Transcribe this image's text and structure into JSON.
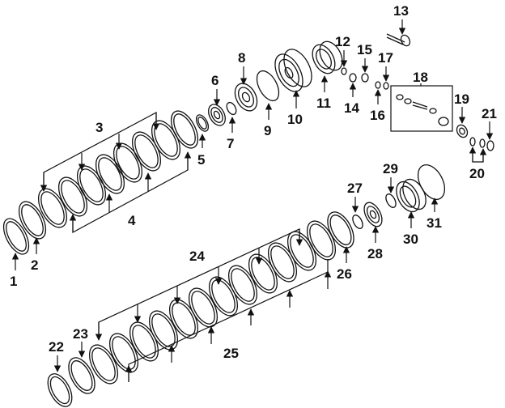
{
  "diagram": {
    "callouts": [
      {
        "id": "c1",
        "text": "1"
      },
      {
        "id": "c2",
        "text": "2"
      },
      {
        "id": "c3",
        "text": "3"
      },
      {
        "id": "c4",
        "text": "4"
      },
      {
        "id": "c5",
        "text": "5"
      },
      {
        "id": "c6",
        "text": "6"
      },
      {
        "id": "c7",
        "text": "7"
      },
      {
        "id": "c8",
        "text": "8"
      },
      {
        "id": "c9",
        "text": "9"
      },
      {
        "id": "c10",
        "text": "10"
      },
      {
        "id": "c11",
        "text": "11"
      },
      {
        "id": "c12",
        "text": "12"
      },
      {
        "id": "c13",
        "text": "13"
      },
      {
        "id": "c14",
        "text": "14"
      },
      {
        "id": "c15",
        "text": "15"
      },
      {
        "id": "c16",
        "text": "16"
      },
      {
        "id": "c17",
        "text": "17"
      },
      {
        "id": "c18",
        "text": "18"
      },
      {
        "id": "c19",
        "text": "19"
      },
      {
        "id": "c20",
        "text": "20"
      },
      {
        "id": "c21",
        "text": "21"
      },
      {
        "id": "c22",
        "text": "22"
      },
      {
        "id": "c23",
        "text": "23"
      },
      {
        "id": "c24",
        "text": "24"
      },
      {
        "id": "c25",
        "text": "25"
      },
      {
        "id": "c26",
        "text": "26"
      },
      {
        "id": "c27",
        "text": "27"
      },
      {
        "id": "c28",
        "text": "28"
      },
      {
        "id": "c29",
        "text": "29"
      },
      {
        "id": "c30",
        "text": "30"
      },
      {
        "id": "c31",
        "text": "31"
      }
    ]
  }
}
